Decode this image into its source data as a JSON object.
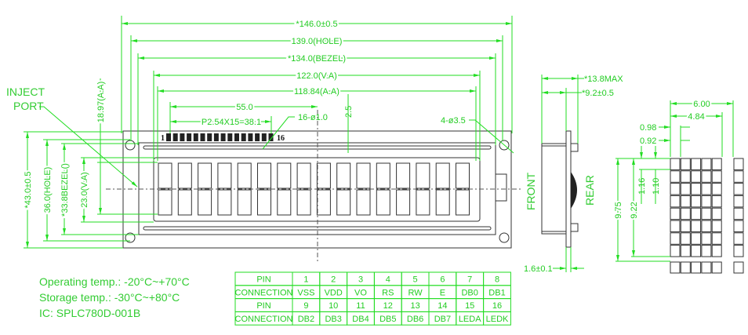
{
  "dimensions": {
    "width_total": "*146.0±0.5",
    "width_hole": "139.0(HOLE)",
    "width_bezel": "*134.0(BEZEL)",
    "width_va": "122.0(V.A)",
    "width_aa": "118.84(A.A)",
    "pin_offset": "55.0",
    "pin_pitch": "P2.54X15=38.1",
    "pin_holes": "16-ø1.0",
    "pin_row_offset": "2.5",
    "mount_holes": "4-ø3.5",
    "height_total": "*43.0±0.5",
    "height_hole": "36.0(HOLE)",
    "height_bezel": "*33.8BEZEL()",
    "height_va": "23.0(V.A)",
    "height_aa": "18.97(A.A)",
    "pin1": "1",
    "pin16": "16",
    "inject_port": [
      "INJECT",
      "PORT"
    ]
  },
  "side_view": {
    "depth_max": "*13.8MAX",
    "depth_body": "*9.2±0.5",
    "pcb": "1.6±0.1",
    "front": "FRONT",
    "rear": "REAR"
  },
  "char_detail": {
    "w_char": "6.00",
    "w_dots": "4.84",
    "dot_pitch_x": "0.98",
    "dot_x": "0.92",
    "dot_pitch_y": "1.16",
    "dot_y": "1.10",
    "h_char": "9.75",
    "h_dots": "9.22"
  },
  "specs": [
    "Operating temp.: -20°C~+70°C",
    "Storage temp.: -30°C~+80°C",
    "IC: SPLC780D-001B"
  ],
  "pin_table": {
    "rows": [
      [
        "PIN",
        "1",
        "2",
        "3",
        "4",
        "5",
        "6",
        "7",
        "8"
      ],
      [
        "CONNECTION",
        "VSS",
        "VDD",
        "VO",
        "RS",
        "RW",
        "E",
        "DB0",
        "DB1"
      ],
      [
        "PIN",
        "9",
        "10",
        "11",
        "12",
        "13",
        "14",
        "15",
        "16"
      ],
      [
        "CONNECTION",
        "DB2",
        "DB3",
        "DB4",
        "DB5",
        "DB6",
        "DB7",
        "LEDA",
        "LEDK"
      ]
    ]
  }
}
